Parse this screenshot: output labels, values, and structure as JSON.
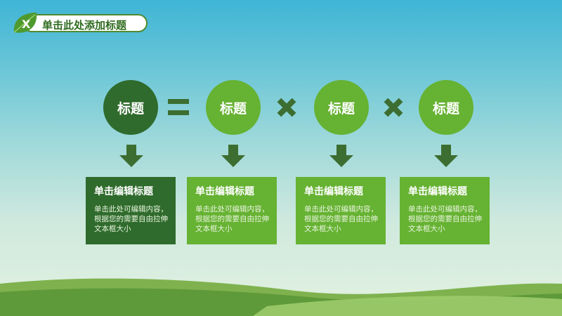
{
  "header": {
    "badge_letter": "X",
    "title": "单击此处添加标题"
  },
  "circles": [
    {
      "label": "标题"
    },
    {
      "label": "标题"
    },
    {
      "label": "标题"
    },
    {
      "label": "标题"
    }
  ],
  "boxes": [
    {
      "title": "单击编辑标题",
      "body": "单击此处可编辑内容，根据您的需要自由拉伸文本框大小"
    },
    {
      "title": "单击编辑标题",
      "body": "单击此处可编辑内容，根据您的需要自由拉伸文本框大小"
    },
    {
      "title": "单击编辑标题",
      "body": "单击此处可编辑内容，根据您的需要自由拉伸文本框大小"
    },
    {
      "title": "单击编辑标题",
      "body": "单击此处可编辑内容，根据您的需要自由拉伸文本框大小"
    }
  ],
  "colors": {
    "dark_green": "#2f6b2c",
    "light_green": "#66b232",
    "operator_green": "#3d6e31"
  },
  "icons": {
    "badge": "leaf-icon",
    "equals": "equals-icon",
    "multiply": "multiply-icon",
    "arrow": "arrow-down-icon"
  }
}
